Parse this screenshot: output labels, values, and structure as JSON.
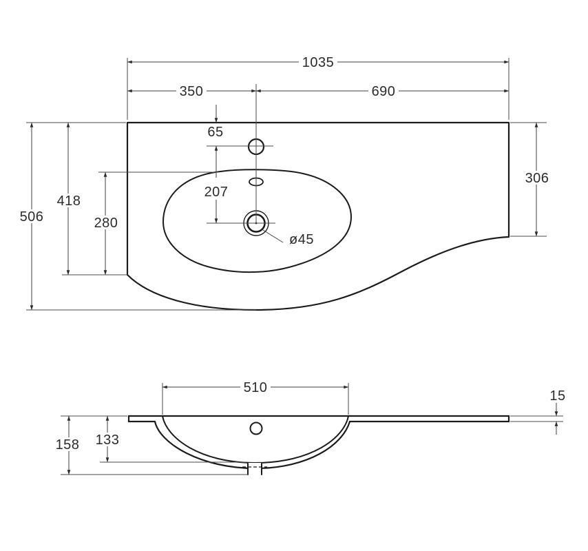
{
  "drawing": {
    "top_view": {
      "dims": {
        "total_width": "1035",
        "faucet_from_left": "350",
        "faucet_from_right": "690",
        "faucet_from_back_edge": "65",
        "faucet_to_drain": "207",
        "drain_diameter": "ø45",
        "max_depth": "506",
        "left_edge_depth": "418",
        "basin_top_to_front_left": "280",
        "right_edge_depth": "306"
      }
    },
    "front_view": {
      "dims": {
        "bowl_width": "510",
        "total_height": "158",
        "bowl_inner_depth": "133",
        "slab_thickness": "15"
      }
    },
    "colors": {
      "outline": "#1b1b1b",
      "dimension_lines": "#4a4a4a",
      "background": "#ffffff"
    }
  }
}
